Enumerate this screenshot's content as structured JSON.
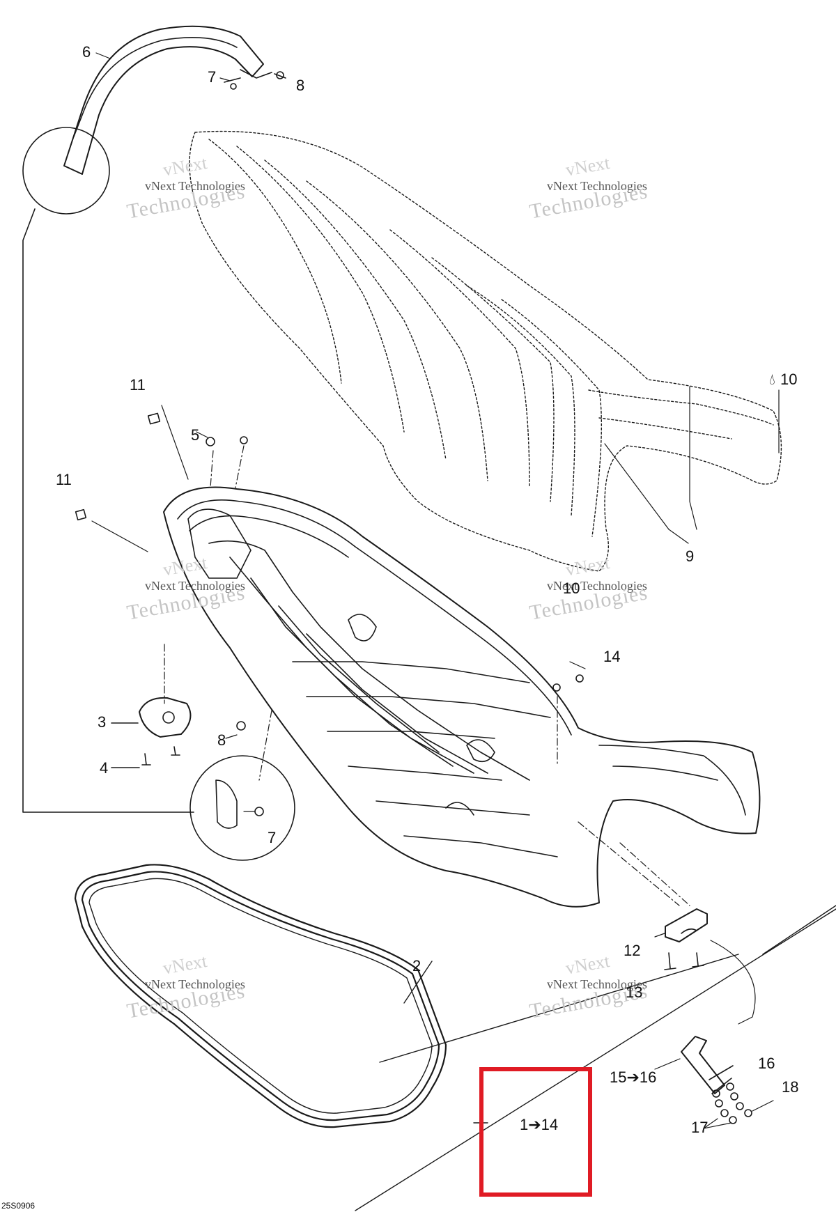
{
  "callouts": {
    "c1": "6",
    "c2": "7",
    "c3": "8",
    "c4": "10",
    "c5": "11",
    "c6": "5",
    "c7": "11",
    "c8": "9",
    "c9": "10",
    "c10": "14",
    "c11": "3",
    "c12": "8",
    "c13": "4",
    "c14": "7",
    "c15": "2",
    "c16": "12",
    "c17": "13",
    "c18": "16",
    "c19": "15➔16",
    "c20": "18",
    "c21": "17",
    "c22": "1➔14"
  },
  "watermarks": {
    "brand_line": "vNext Technologies",
    "brand_word": "Technologies",
    "brand_prefix": "vNext"
  },
  "part_code": "25S0906",
  "colors": {
    "highlight_box": "#e01b24",
    "line": "#1a1a1a",
    "watermark": "#c4c4c4"
  }
}
